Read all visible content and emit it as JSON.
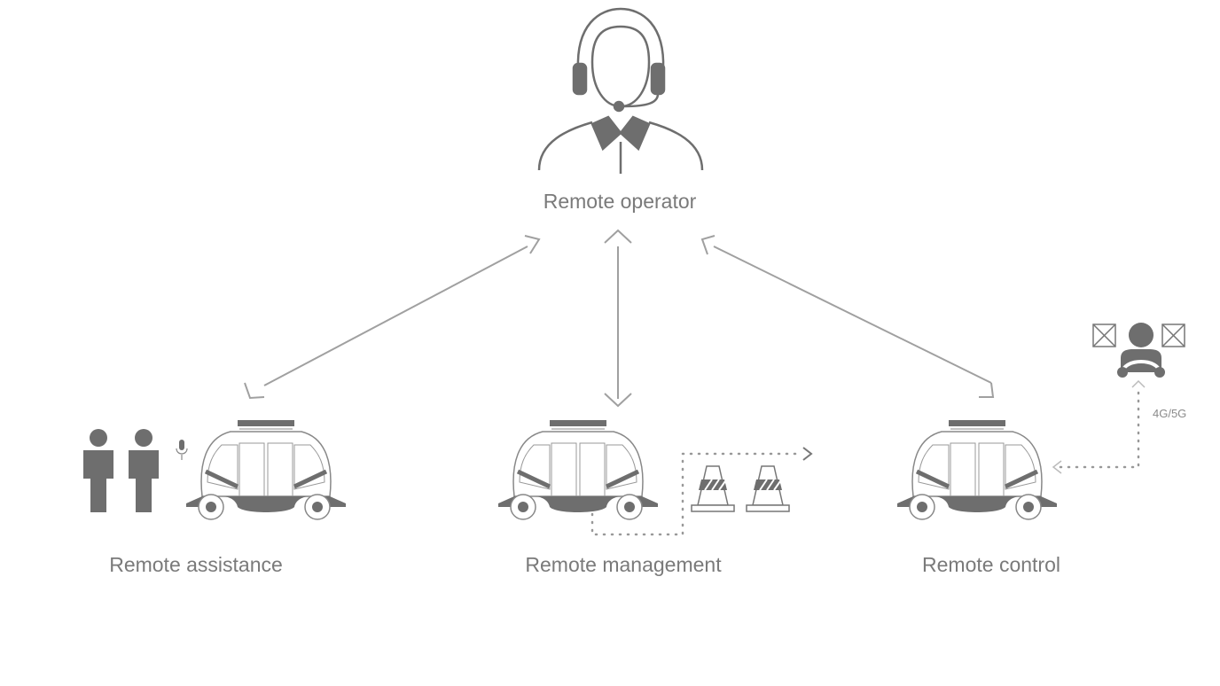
{
  "nodes": {
    "operator": {
      "label": "Remote operator"
    },
    "assistance": {
      "label": "Remote assistance"
    },
    "management": {
      "label": "Remote management"
    },
    "control": {
      "label": "Remote control"
    }
  },
  "network_label": "4G/5G",
  "colors": {
    "line": "#a0a0a0",
    "icon": "#6e6e6e",
    "text": "#7a7a7a"
  }
}
